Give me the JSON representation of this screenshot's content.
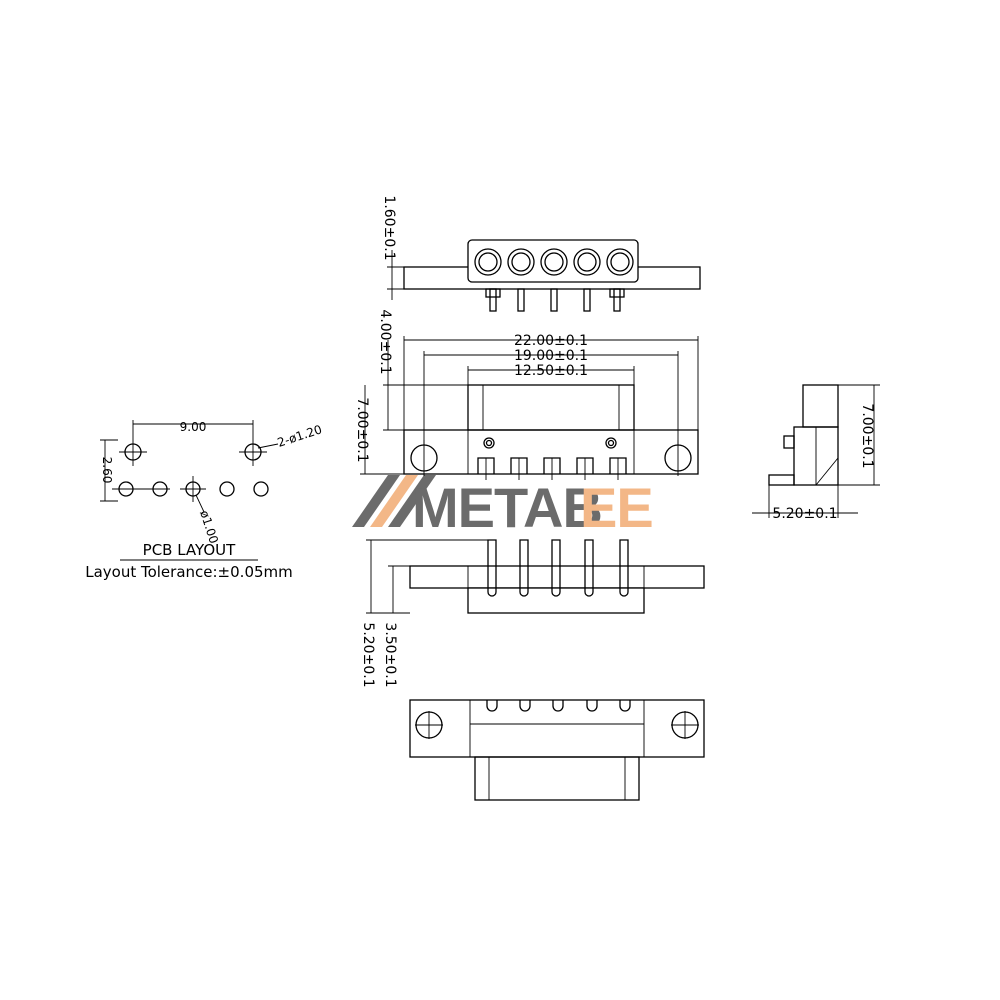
{
  "watermark": {
    "text": "METABEE",
    "color_dark": "#3a3a3a",
    "color_accent": "#f0a060"
  },
  "pcb_layout": {
    "title": "PCB LAYOUT",
    "tolerance": "Layout Tolerance:±0.05mm",
    "dim_width": "9.00",
    "dim_height": "2.60",
    "dim_mount_hole": "2-ø1.20",
    "dim_pin_hole": "ø1.00"
  },
  "top_view": {
    "dim_height": "1.60±0.1"
  },
  "front_view": {
    "dim_overall": "22.00±0.1",
    "dim_holes": "19.00±0.1",
    "dim_body": "12.50±0.1",
    "dim_upper": "4.00±0.1",
    "dim_total_height": "7.00±0.1"
  },
  "side_view": {
    "dim_height": "7.00±0.1",
    "dim_depth": "5.20±0.1"
  },
  "bottom_view": {
    "dim_height_total": "5.20±0.1",
    "dim_height_pin": "3.50±0.1"
  },
  "colors": {
    "line": "#000000",
    "background": "#ffffff"
  }
}
